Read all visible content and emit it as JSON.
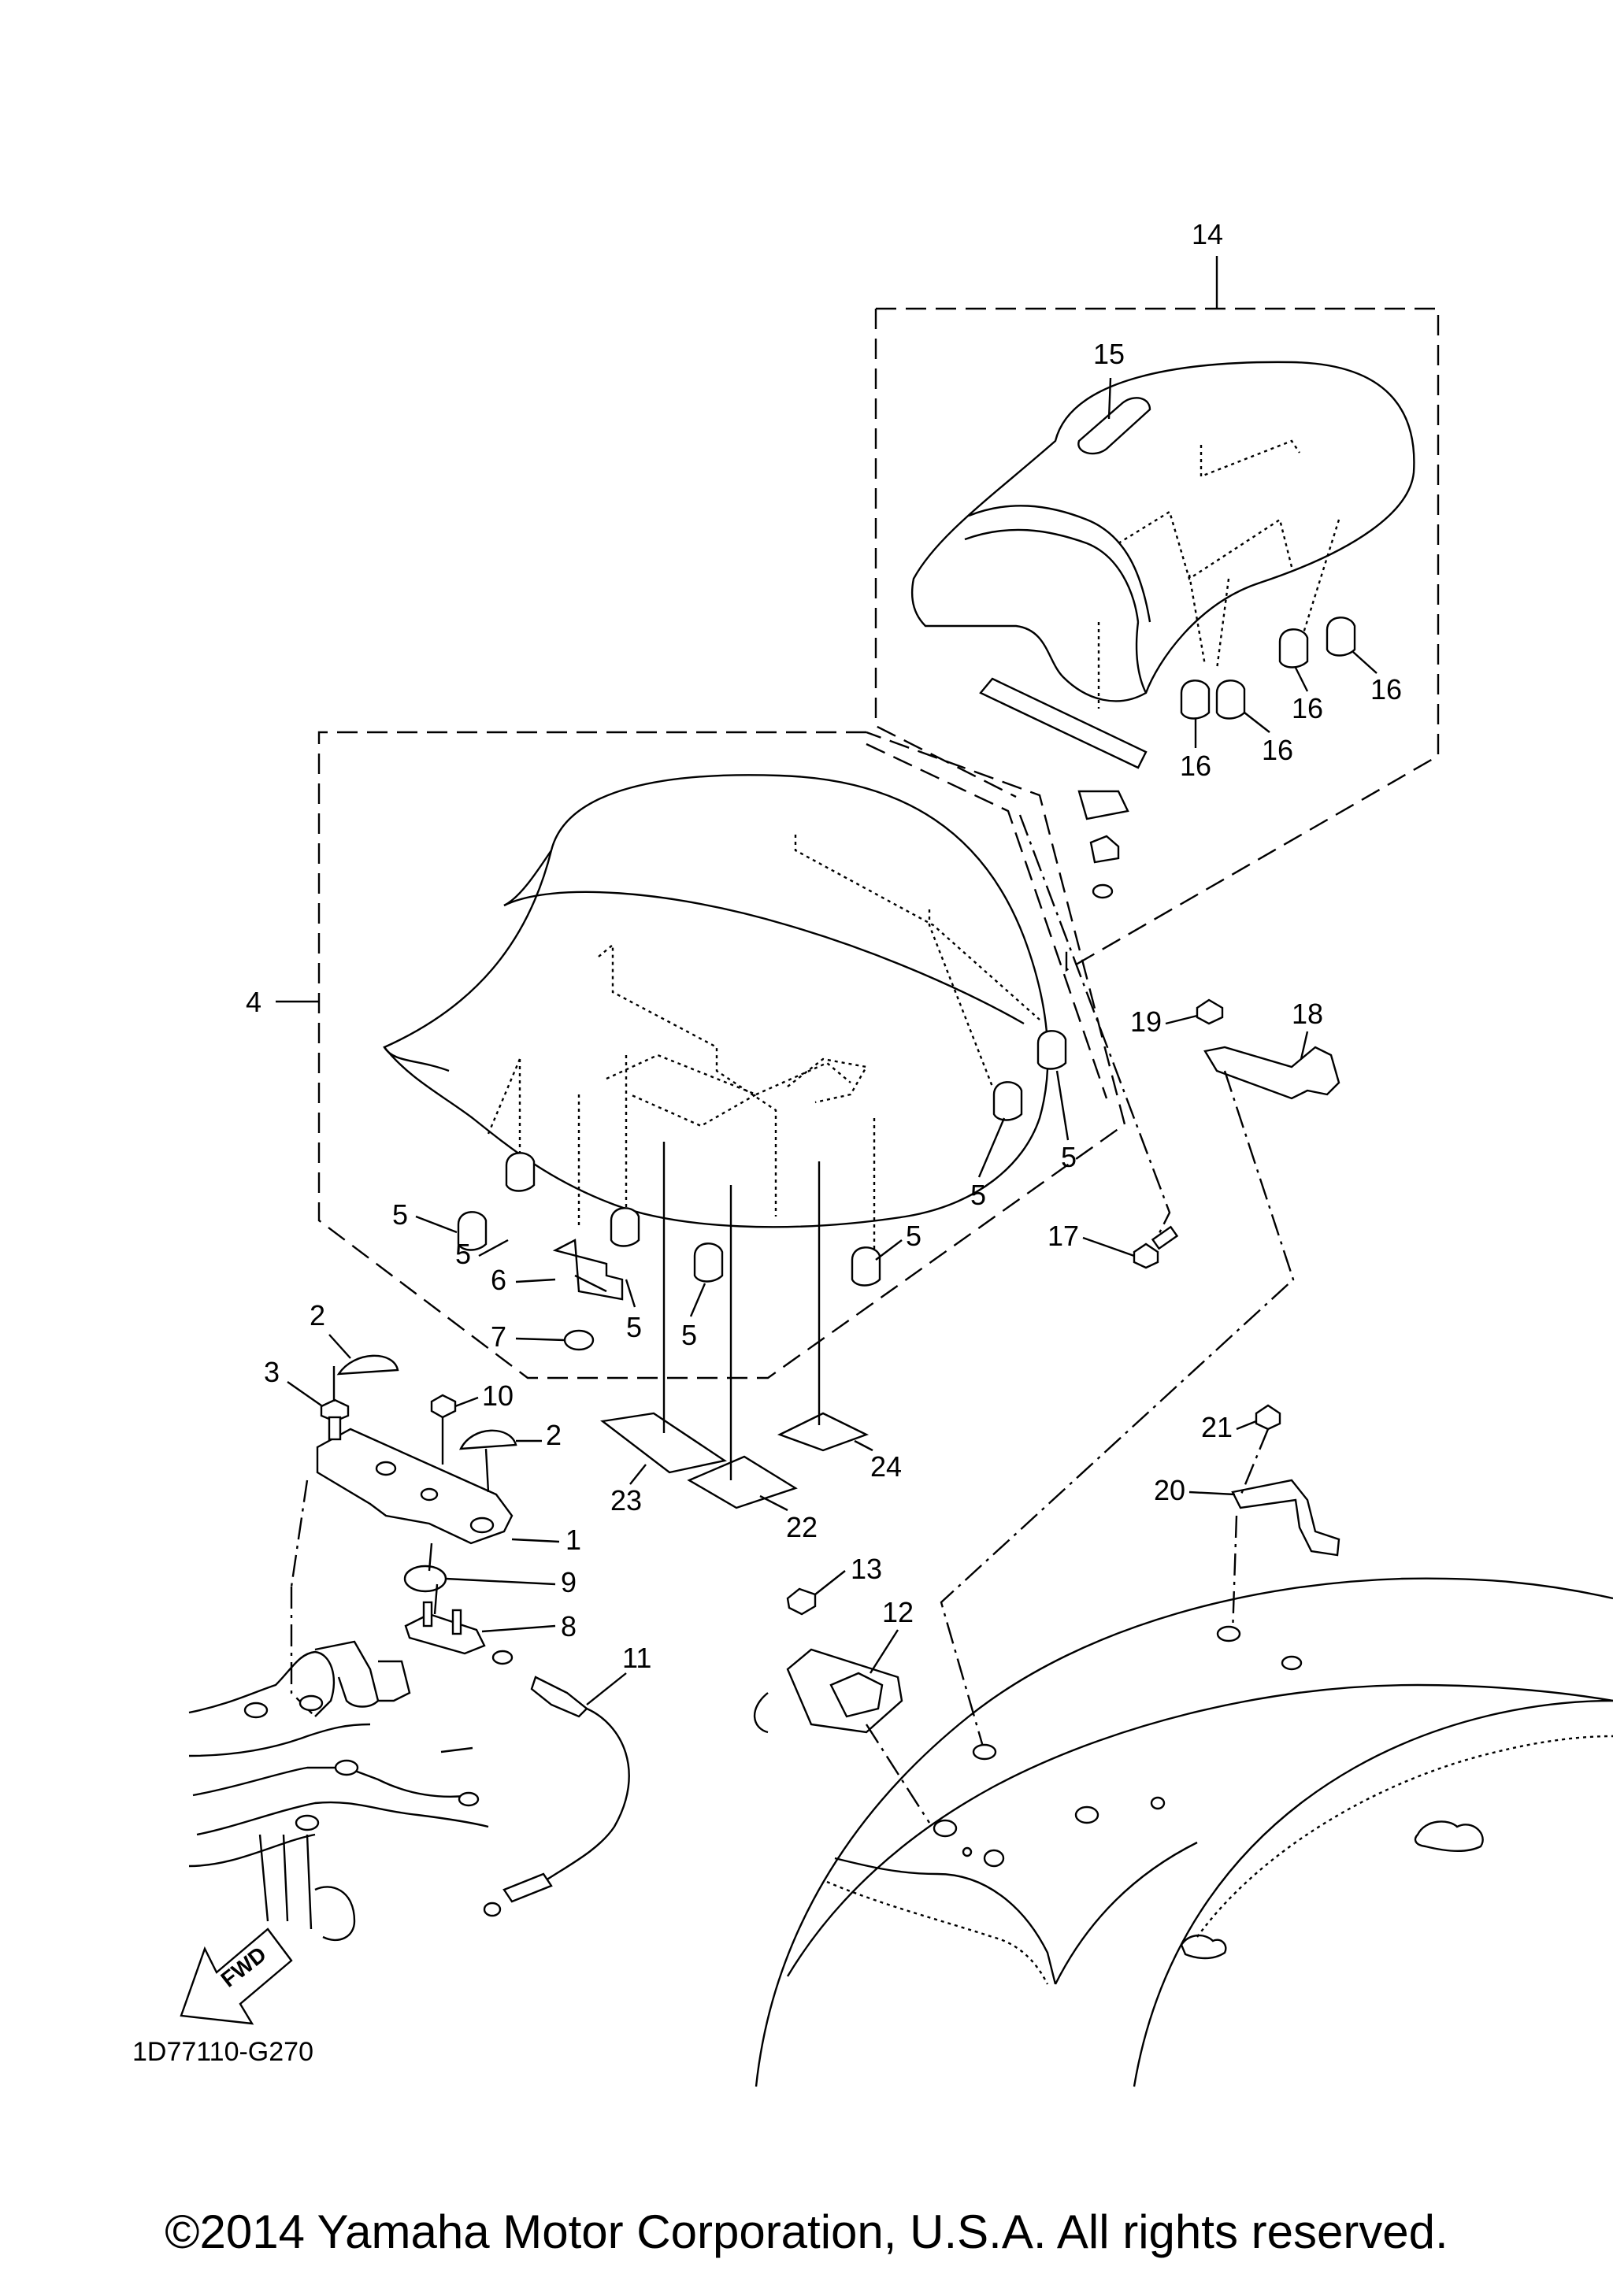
{
  "diagram": {
    "ref_code": "1D77110-G270",
    "fwd_label": "FWD",
    "copyright": "©2014 Yamaha Motor Corporation, U.S.A. All rights reserved.",
    "callouts": {
      "n1": "1",
      "n2a": "2",
      "n2b": "2",
      "n3": "3",
      "n4": "4",
      "n5a": "5",
      "n5b": "5",
      "n5c": "5",
      "n5d": "5",
      "n5e": "5",
      "n5f": "5",
      "n5g": "5",
      "n6": "6",
      "n7": "7",
      "n8": "8",
      "n9": "9",
      "n10": "10",
      "n11": "11",
      "n12": "12",
      "n13": "13",
      "n14": "14",
      "n15": "15",
      "n16a": "16",
      "n16b": "16",
      "n16c": "16",
      "n16d": "16",
      "n17": "17",
      "n18": "18",
      "n19": "19",
      "n20": "20",
      "n21": "21",
      "n22": "22",
      "n23": "23",
      "n24": "24"
    }
  }
}
